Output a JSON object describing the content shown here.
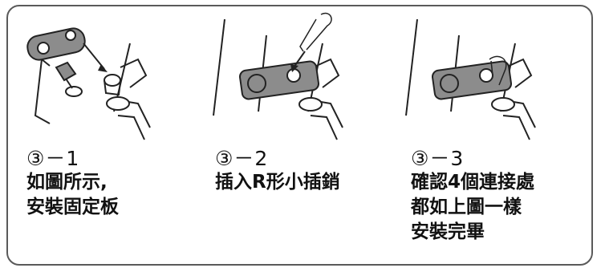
{
  "steps": [
    {
      "number": "③－1",
      "caption_lines": [
        "如圖所示,",
        "安裝固定板"
      ]
    },
    {
      "number": "③－2",
      "caption_lines": [
        "插入R形小插銷"
      ]
    },
    {
      "number": "③－3",
      "caption_lines": [
        "確認4個連接處",
        "都如上圖一樣",
        "安裝完畢"
      ]
    }
  ]
}
